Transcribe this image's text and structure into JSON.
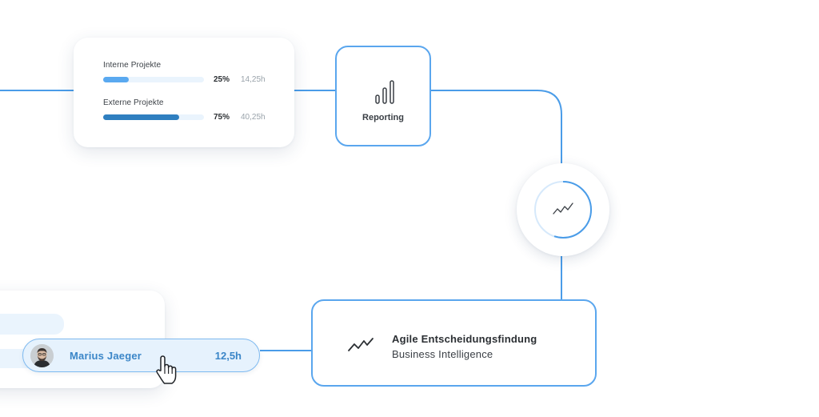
{
  "time_card": {
    "projects": [
      {
        "label": "Interne Projekte",
        "percent_text": "25%",
        "hours": "14,25h",
        "fraction": 0.25,
        "color": "#5aa9f0"
      },
      {
        "label": "Externe Projekte",
        "percent_text": "75%",
        "hours": "40,25h",
        "fraction": 0.75,
        "color": "#2f7fc0"
      }
    ]
  },
  "reporting": {
    "label": "Reporting",
    "icon": "bar-chart-icon"
  },
  "trend_node": {
    "icon": "trend-icon",
    "progress_fraction": 0.55
  },
  "agile": {
    "title": "Agile Entscheidungsfindung",
    "subtitle": "Business Intelligence",
    "icon": "trend-icon"
  },
  "user": {
    "name": "Marius Jaeger",
    "hours": "12,5h"
  },
  "colors": {
    "accent": "#4a9ce8",
    "accent_light": "#e6f2fd",
    "text": "#2b2f33"
  }
}
